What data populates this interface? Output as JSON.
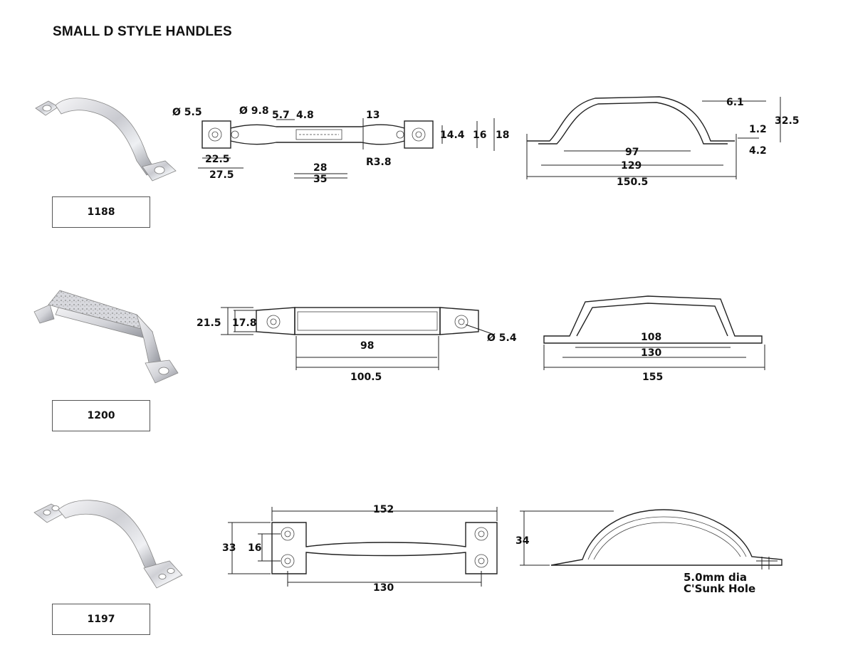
{
  "page": {
    "title": "SMALL D STYLE HANDLES"
  },
  "products": [
    {
      "code": "1188",
      "top_view": {
        "hole_dia": "Ø 5.5",
        "boss_dia": "Ø 9.8",
        "neck": "5.7",
        "grip_w": "4.8",
        "mid_w": "13",
        "plate_a": "14.4",
        "plate_b": "16",
        "plate_c": "18",
        "inner": "22.5",
        "outer": "27.5",
        "grip_a": "28",
        "grip_b": "35",
        "radius": "R3.8"
      },
      "side_view": {
        "h_top": "6.1",
        "height": "32.5",
        "foot": "1.2",
        "base": "4.2",
        "span_a": "97",
        "span_b": "129",
        "span_c": "150.5"
      }
    },
    {
      "code": "1200",
      "top_view": {
        "outer_h": "21.5",
        "inner_h": "17.8",
        "hole_dia": "Ø 5.4",
        "inner_len": "98",
        "outer_len": "100.5"
      },
      "side_view": {
        "span_a": "108",
        "span_b": "130",
        "span_c": "155"
      }
    },
    {
      "code": "1197",
      "top_view": {
        "length": "152",
        "height": "33",
        "hole_pitch": "16",
        "centers": "130"
      },
      "side_view": {
        "height": "34",
        "hole_note_1": "5.0mm dia",
        "hole_note_2": "C'Sunk Hole"
      }
    }
  ],
  "colors": {
    "line": "#222222",
    "chrome_light": "#f4f4f6",
    "chrome_mid": "#c8c9cf",
    "chrome_dark": "#7d7f88"
  }
}
